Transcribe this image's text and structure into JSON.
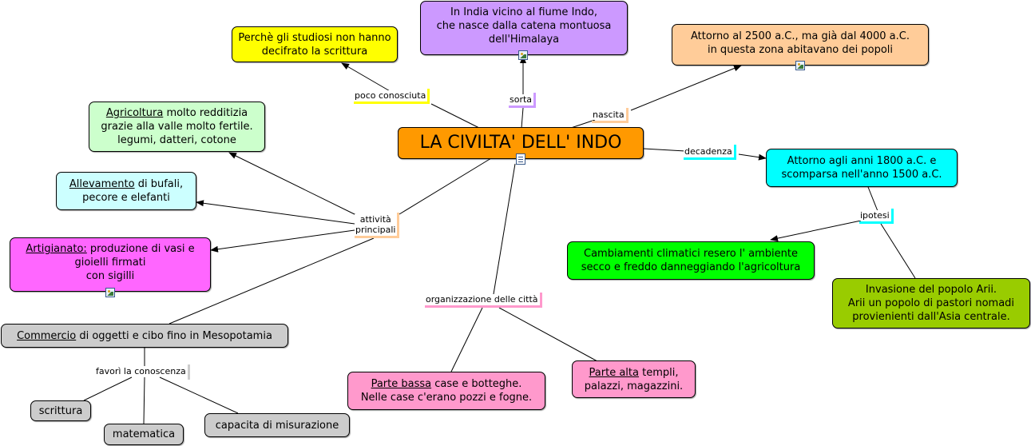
{
  "central": "LA CIVILTA' DELL' INDO",
  "nodes": {
    "poco": "Perchè gli studiosi non hanno decifrato la scrittura",
    "india": [
      "In India vicino al fiume Indo,",
      "che nasce dalla catena montuosa",
      "dell'Himalaya"
    ],
    "attorno2500": [
      "Attorno al 2500 a.C., ma già dal 4000 a.C.",
      "in questa zona abitavano dei popoli"
    ],
    "agricoltura": {
      "head": "Agricoltura",
      "rest": " molto redditizia",
      "lines": [
        "grazie alla valle molto fertile.",
        "legumi, datteri, cotone"
      ]
    },
    "allevamento": {
      "head": "Allevamento",
      "rest": " di bufali,",
      "lines": [
        "pecore e elefanti"
      ]
    },
    "artigianato": {
      "head": "Artigianato:",
      "rest": " produzione di vasi e",
      "lines": [
        "gioielli firmati",
        "con sigilli"
      ]
    },
    "commercio": {
      "head": "Commercio",
      "rest": " di oggetti e cibo fino in Mesopotamia"
    },
    "scrittura": "scrittura",
    "matematica": "matematica",
    "misurazione": "capacita di misurazione",
    "bassa": {
      "head": "Parte bassa",
      "rest": " case e botteghe.",
      "lines": [
        "Nelle case c'erano pozzi e fogne."
      ]
    },
    "alta": {
      "head": "Parte alta",
      "rest": " templi,",
      "lines": [
        "palazzi, magazzini."
      ]
    },
    "attorno1800": [
      "Attorno agli anni 1800 a.C. e",
      "scomparsa nell'anno 1500 a.C."
    ],
    "cambiamenti": [
      "Cambiamenti climatici resero l' ambiente",
      "secco e freddo danneggiando l'agricoltura"
    ],
    "invasione": [
      "Invasione del popolo Arii.",
      "Arii un popolo di pastori nomadi",
      "provienienti dall'Asia centrale."
    ]
  },
  "links": {
    "poco": "poco conosciuta",
    "sorta": "sorta",
    "nascita": "nascita",
    "decadenza": "decadenza",
    "attivita": [
      "attività",
      "principali"
    ],
    "organizzazione": "organizzazione delle città",
    "favori": "favorì la conoscenza",
    "ipotesi": "ipotesi"
  },
  "colors": {
    "central": "#ff9900",
    "yellow": "#ffff00",
    "purple": "#cc99ff",
    "peach": "#ffcc99",
    "lightgreen": "#ccffcc",
    "lightcyan": "#ccffff",
    "magenta": "#ff66ff",
    "gray": "#cccccc",
    "pink": "#ff99cc",
    "cyan": "#00ffff",
    "green": "#00ff00",
    "olive": "#99cc00"
  }
}
